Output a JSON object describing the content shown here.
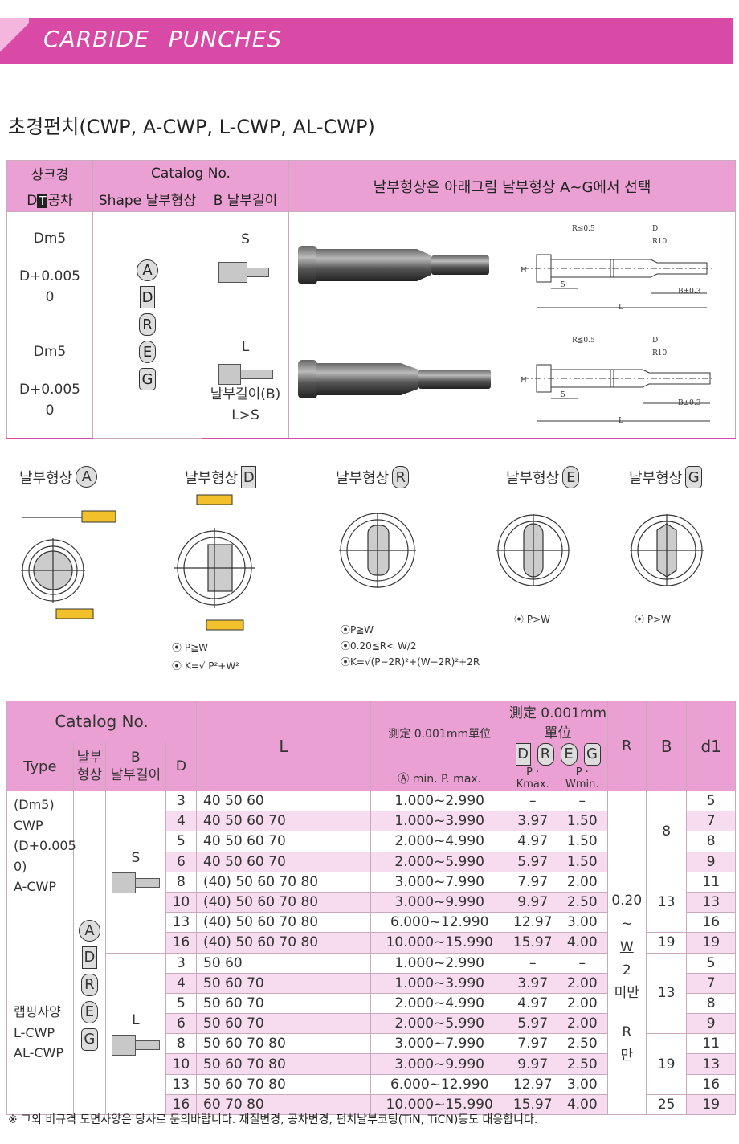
{
  "banner": {
    "title": "CARBIDE  PUNCHES"
  },
  "section": {
    "title": "초경펀치(CWP, A-CWP, L-CWP, AL-CWP)"
  },
  "spec": {
    "col1_head1": "샹크경",
    "col1_head2_pre": "D",
    "col1_head2_box": "T",
    "col1_head2_post": "공차",
    "col2_head": "Catalog No.",
    "col2_sub1": "Shape 날부형상",
    "col2_sub2": "B 날부길이",
    "col3_head": "날부형상은 아래그림 날부형상 A~G에서 선택",
    "rows": [
      {
        "tol1": "Dm5",
        "tol2": "D+0.005",
        "tol3": "0",
        "len_code": "S",
        "len_note1": "",
        "len_note2": ""
      },
      {
        "tol1": "Dm5",
        "tol2": "D+0.005",
        "tol3": "0",
        "len_code": "L",
        "len_note1": "날부길이(B)",
        "len_note2": "L>S"
      }
    ],
    "shapes": [
      "A",
      "D",
      "R",
      "E",
      "G"
    ]
  },
  "drawing": {
    "r_label": "R≦0.5",
    "d_label": "D",
    "r10": "R10",
    "b_label": "B±0.3",
    "l_label": "L",
    "h_label": "H",
    "five": "5"
  },
  "shape_section": {
    "label": "날부형상",
    "items": [
      {
        "code": "A",
        "notes": []
      },
      {
        "code": "D",
        "notes": [
          "P≧W",
          "K=√ P²+W²"
        ]
      },
      {
        "code": "R",
        "notes": [
          "P≧W",
          "0.20≦R< W/2",
          "K=√(P−2R)²+(W−2R)²+2R"
        ]
      },
      {
        "code": "E",
        "notes": [
          "P>W"
        ]
      },
      {
        "code": "G",
        "notes": [
          "P>W"
        ]
      }
    ]
  },
  "catalog": {
    "h_catalog": "Catalog No.",
    "h_type": "Type",
    "h_shape": "날부\n형상",
    "h_b": "B\n날부길이",
    "h_d": "D",
    "h_l": "L",
    "h_meas1": "測定 0.001mm單位",
    "h_meas1_sub1": "Ⓐ",
    "h_meas1_sub2": "min. P. max.",
    "h_meas2": "測定 0.001mm單位",
    "h_pk": "P · Kmax.",
    "h_pw": "P · Wmin.",
    "h_r": "R",
    "h_bcol": "B",
    "h_d1": "d1",
    "type_labels": [
      "(Dm5)",
      "CWP",
      "(D+0.005 0)",
      "A-CWP",
      "랩핑사양",
      "L-CWP",
      "AL-CWP"
    ],
    "r_col": [
      "0.20",
      "~",
      "W",
      "2",
      "미만",
      "R",
      "만"
    ],
    "rows": [
      {
        "d": "3",
        "l": "40   50   60",
        "mm": "1.000~2.990",
        "pk": "–",
        "pw": "–",
        "d1": "5"
      },
      {
        "d": "4",
        "l": "40   50   60   70",
        "mm": "1.000~3.990",
        "pk": "3.97",
        "pw": "1.50",
        "d1": "7"
      },
      {
        "d": "5",
        "l": "40   50   60   70",
        "mm": "2.000~4.990",
        "pk": "4.97",
        "pw": "1.50",
        "d1": "8"
      },
      {
        "d": "6",
        "l": "40   50   60   70",
        "mm": "2.000~5.990",
        "pk": "5.97",
        "pw": "1.50",
        "d1": "9"
      },
      {
        "d": "8",
        "l": "(40)        50  60  70  80",
        "mm": "3.000~7.990",
        "pk": "7.97",
        "pw": "2.00",
        "d1": "11"
      },
      {
        "d": "10",
        "l": "(40)        50  60  70  80",
        "mm": "3.000~9.990",
        "pk": "9.97",
        "pw": "2.50",
        "d1": "13"
      },
      {
        "d": "13",
        "l": "(40)        50  60  70  80",
        "mm": "6.000~12.990",
        "pk": "12.97",
        "pw": "3.00",
        "d1": "16"
      },
      {
        "d": "16",
        "l": "(40)        50  60  70  80",
        "mm": "10.000~15.990",
        "pk": "15.97",
        "pw": "4.00",
        "d1": "19"
      },
      {
        "d": "3",
        "l": "50   60",
        "mm": "1.000~2.990",
        "pk": "–",
        "pw": "–",
        "d1": "5"
      },
      {
        "d": "4",
        "l": "50   60   70",
        "mm": "1.000~3.990",
        "pk": "3.97",
        "pw": "2.00",
        "d1": "7"
      },
      {
        "d": "5",
        "l": "50   60   70",
        "mm": "2.000~4.990",
        "pk": "4.97",
        "pw": "2.00",
        "d1": "8"
      },
      {
        "d": "6",
        "l": "50   60   70",
        "mm": "2.000~5.990",
        "pk": "5.97",
        "pw": "2.00",
        "d1": "9"
      },
      {
        "d": "8",
        "l": "50   60   70 80",
        "mm": "3.000~7.990",
        "pk": "7.97",
        "pw": "2.50",
        "d1": "11"
      },
      {
        "d": "10",
        "l": "50   60   70 80",
        "mm": "3.000~9.990",
        "pk": "9.97",
        "pw": "2.50",
        "d1": "13"
      },
      {
        "d": "13",
        "l": "50   60   70 80",
        "mm": "6.000~12.990",
        "pk": "12.97",
        "pw": "3.00",
        "d1": "16"
      },
      {
        "d": "16",
        "l": "60   70 80",
        "mm": "10.000~15.990",
        "pk": "15.97",
        "pw": "4.00",
        "d1": "19"
      }
    ],
    "b_groups": [
      {
        "value": "8",
        "span": 4
      },
      {
        "value": "13",
        "span": 3
      },
      {
        "value": "19",
        "span": 1
      },
      {
        "value": "13",
        "span": 4
      },
      {
        "value": "19",
        "span": 3
      },
      {
        "value": "25",
        "span": 1
      }
    ],
    "len_s": "S",
    "len_l": "L"
  },
  "footnote": "※  그외 비규격 도면사양은 당사로 문의바랍니다. 재질변경, 공차변경, 펀치날부코팅(TiN, TiCN)등도 대응합니다."
}
